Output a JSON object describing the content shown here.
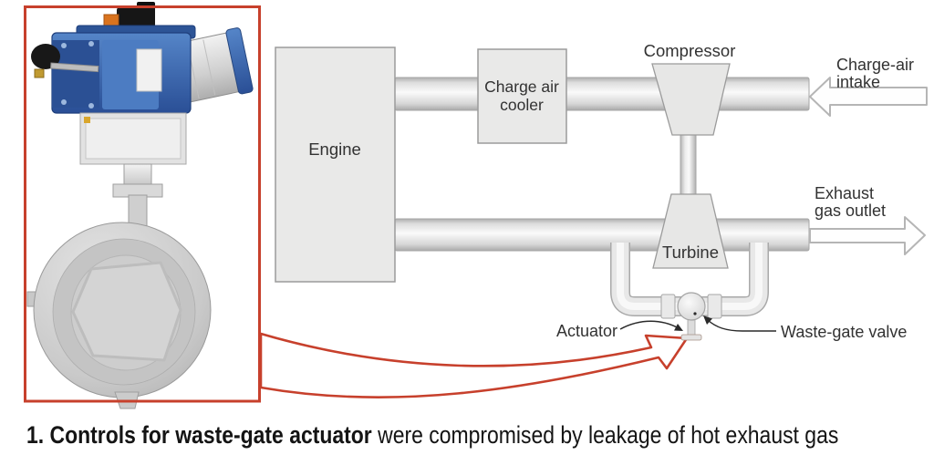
{
  "figure": {
    "caption_bold": "1. Controls for waste-gate actuator",
    "caption_regular": " were compromised by leakage of hot exhaust gas"
  },
  "diagram": {
    "labels": {
      "engine": "Engine",
      "charge_air_cooler": [
        "Charge air",
        "cooler"
      ],
      "compressor": "Compressor",
      "turbine": "Turbine",
      "charge_air_intake": [
        "Charge-air",
        "intake"
      ],
      "exhaust_gas_outlet": [
        "Exhaust",
        "gas outlet"
      ],
      "actuator": "Actuator",
      "waste_gate_valve": "Waste-gate valve"
    },
    "colors": {
      "accent_red": "#c7402c",
      "box_fill": "#e9e9e8",
      "box_border": "#9b9b9b",
      "pipe_light": "#fafafa",
      "pipe_dark": "#a9a9a9",
      "label_text": "#323232",
      "actuator_blue": "#3a6ab2"
    }
  },
  "photo": {
    "name": "waste-gate valve with pneumatic actuator photo"
  }
}
